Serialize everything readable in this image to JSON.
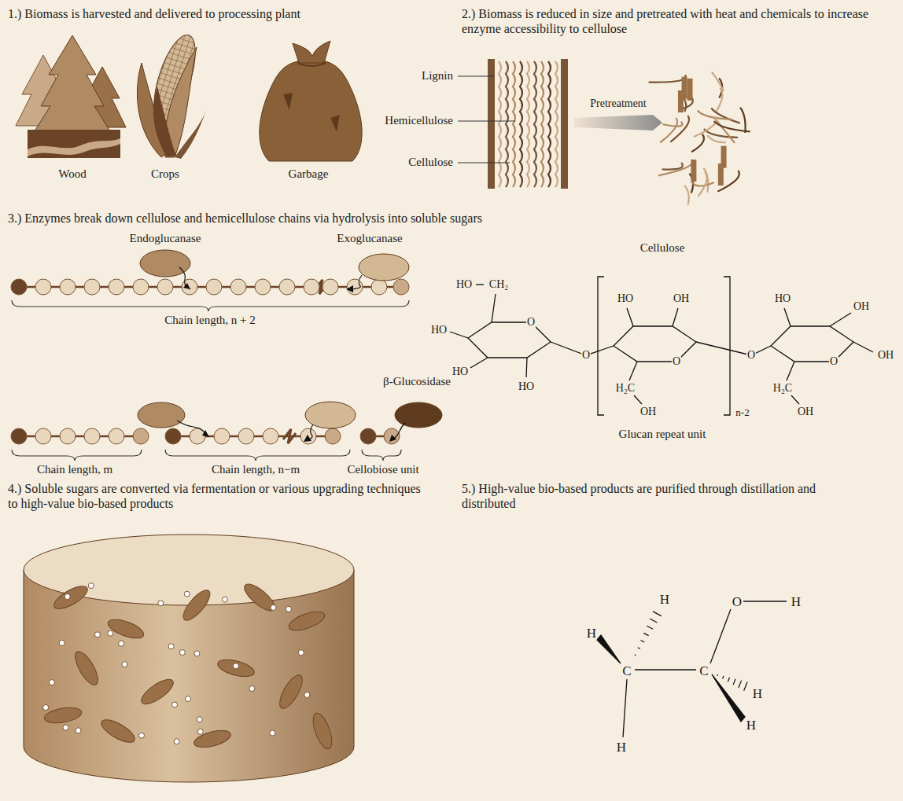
{
  "diagram": {
    "labels": [
      "1.) Biomass is harvested and delivered to processing plant",
      "Wood",
      "Crops",
      "Garbage",
      "2.) Biomass is reduced in size and pretreated with heat and chemicals to increase enzyme accessibility to cellulose",
      "Lignin",
      "Hemicellulose",
      "Cellulose",
      "Pretreatment",
      "3.) Enzymes break down cellulose and hemicellulose chains via hydrolysis into soluble sugars",
      "Endoglucanase",
      "Exoglucanase",
      "Chain length, n + 2",
      "β-Glucosidase",
      "Chain length, m",
      "Chain length, n−m",
      "Cellobiose unit",
      "Cellulose",
      "HO",
      "CH₂",
      "HO",
      "OH",
      "HO",
      "OH",
      "HO",
      "O",
      "OH",
      "O",
      "O",
      "O",
      "O",
      "HO",
      "HO",
      "H₂C",
      "H₂C",
      "n-2",
      "OH",
      "OH",
      "Glucan repeat unit",
      "4.) Soluble sugars are converted via fermentation or various upgrading techniques to high-value bio-based products",
      "5.) High-value bio-based products are purified through distillation and distributed",
      "H",
      "O",
      "H",
      "H",
      "C",
      "C",
      "H",
      "H",
      "H"
    ]
  }
}
